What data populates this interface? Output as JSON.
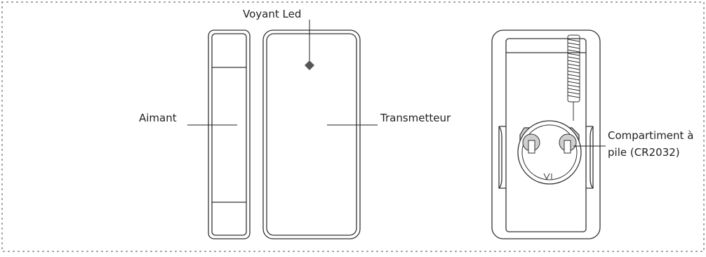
{
  "labels": {
    "led": "Voyant Led",
    "magnet": "Aimant",
    "transmitter": "Transmetteur",
    "battery_line1": "Compartiment à",
    "battery_line2": "pile (CR2032)"
  },
  "colors": {
    "stroke": "#333333",
    "border_dots": "#999999",
    "battery_fill": "#cfcfcf",
    "led_fill": "#555555"
  }
}
